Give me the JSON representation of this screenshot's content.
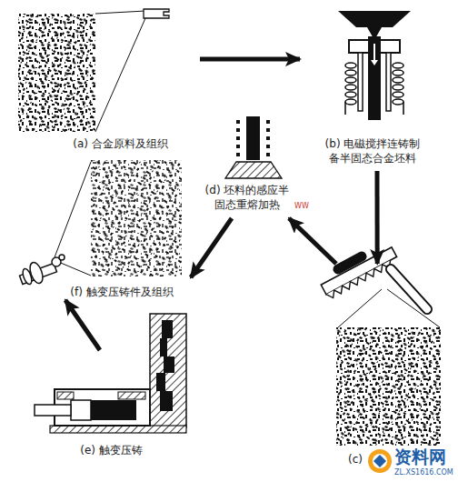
{
  "diagram": {
    "nodes": [
      {
        "text": [
          "(a) 合金原料及组织"
        ]
      },
      {
        "text": [
          "(b) 电磁搅拌连铸制 备半固态合金坯料"
        ]
      },
      {
        "text": [
          "(c)"
        ]
      },
      {
        "text": [
          "(d) 坯料的感应半 固态重熔加热"
        ]
      },
      {
        "text": [
          "(e) 触变压铸"
        ]
      },
      {
        "text": [
          "(f) 触变压铸件及组织"
        ]
      }
    ],
    "edges": [
      {
        "from": 0,
        "to": 1,
        "arrow": "to"
      },
      {
        "from": 1,
        "to": 2,
        "arrow": "to"
      },
      {
        "from": 2,
        "to": 3,
        "arrow": "to"
      },
      {
        "from": 3,
        "to": 5,
        "arrow": "to"
      },
      {
        "from": 4,
        "to": 5,
        "arrow": "to"
      }
    ],
    "labels": [
      "WW",
      "资料网",
      "ZL.XS1616.COM"
    ]
  }
}
